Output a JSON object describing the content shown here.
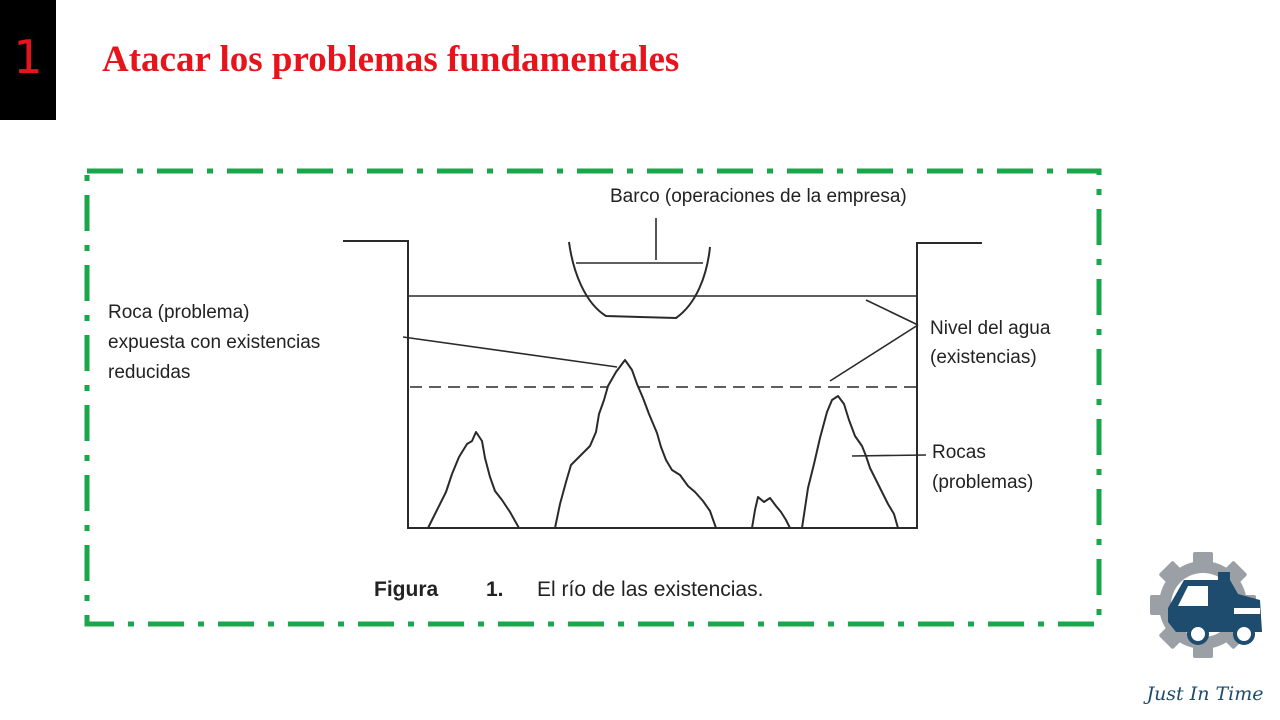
{
  "slide": {
    "number": "1",
    "title": "Atacar los problemas fundamentales"
  },
  "figure": {
    "label_boat": "Barco (operaciones de la empresa)",
    "label_rock_exposed": [
      "Roca (problema)",
      "expuesta con existencias",
      "reducidas"
    ],
    "label_water": [
      "Nivel del agua",
      "(existencias)"
    ],
    "label_rocks": [
      "Rocas",
      "(problemas)"
    ],
    "caption_bold": "Figura",
    "caption_number": "1.",
    "caption_text": "El río de las existencias."
  },
  "frame": {
    "color": "#1aa64a",
    "style": "dash-dot"
  },
  "brand": {
    "logo_icon": "gear-truck-icon",
    "text": "Just In Time",
    "colors": {
      "gear": "#9aa0a6",
      "truck": "#1e4c6e"
    }
  },
  "colors": {
    "accent": "#e8141c",
    "number_bg": "#000000"
  }
}
